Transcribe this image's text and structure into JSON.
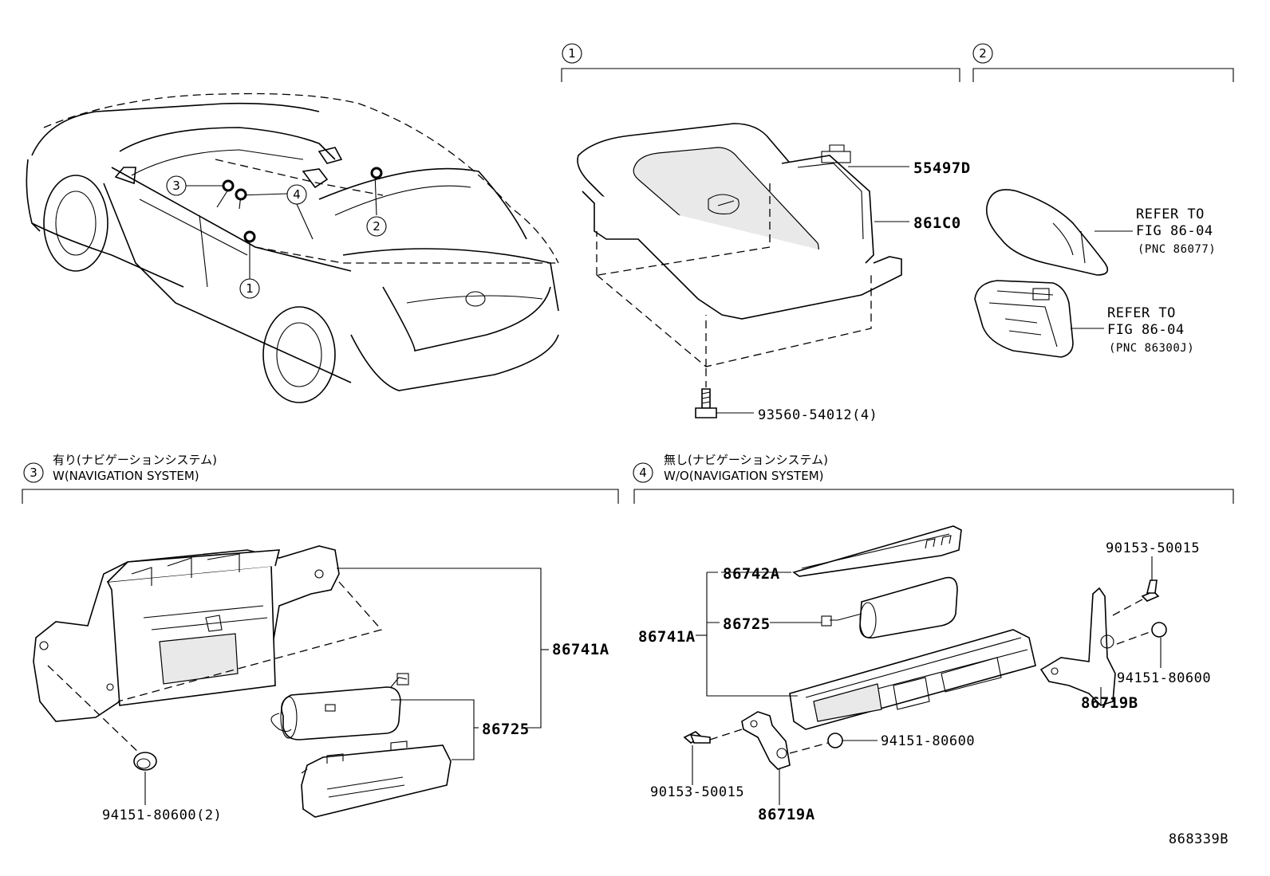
{
  "figure_id": "868339B",
  "sections": {
    "s1": {
      "marker": "1"
    },
    "s2": {
      "marker": "2"
    },
    "s3": {
      "marker": "3",
      "caption_jp": "有り(ナビゲーションシステム)",
      "caption_en": "W(NAVIGATION SYSTEM)"
    },
    "s4": {
      "marker": "4",
      "caption_jp": "無し(ナビゲーションシステム)",
      "caption_en": "W/O(NAVIGATION SYSTEM)"
    }
  },
  "car_markers": {
    "m1": "1",
    "m2": "2",
    "m3": "3",
    "m4": "4"
  },
  "parts": {
    "p55497D": "55497D",
    "p861C0": "861C0",
    "p93560": "93560-54012(4)",
    "p86741A_a": "86741A",
    "p86725_a": "86725",
    "p94151_a": "94151-80600(2)",
    "p86742A": "86742A",
    "p86725_b": "86725",
    "p86741A_b": "86741A",
    "p90153_a": "90153-50015",
    "p94151_b": "94151-80600",
    "p86719B": "86719B",
    "p90153_b": "90153-50015",
    "p94151_c": "94151-80600",
    "p86719A": "86719A"
  },
  "references": {
    "r1": {
      "line1": "REFER TO",
      "line2": "FIG 86-04",
      "line3": "(PNC 86077)"
    },
    "r2": {
      "line1": "REFER TO",
      "line2": "FIG 86-04",
      "line3": "(PNC 86300J)"
    }
  }
}
